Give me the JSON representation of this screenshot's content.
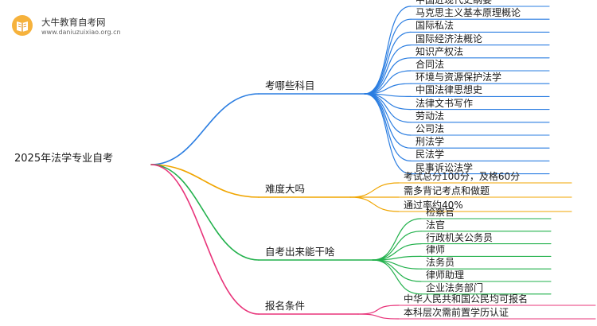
{
  "logo": {
    "name": "大牛教育自考网",
    "site": "www.daniuzuixiao.org.cn"
  },
  "root": "2025年法学专业自考",
  "colors": {
    "blue": "#2a7de1",
    "orange": "#f0a500",
    "green": "#22b14c",
    "pink": "#e8347a"
  },
  "branches": [
    {
      "label": "考哪些科目",
      "color": "blue",
      "leaves": [
        "中国近现代史纲要",
        "马克思主义基本原理概论",
        "国际私法",
        "国际经济法概论",
        "知识产权法",
        "合同法",
        "环境与资源保护法学",
        "中国法律思想史",
        "法律文书写作",
        "劳动法",
        "公司法",
        "刑法学",
        "民法学",
        "民事诉讼法学"
      ]
    },
    {
      "label": "难度大吗",
      "color": "orange",
      "leaves": [
        "考试总分100分，及格60分",
        "需多背记考点和做题",
        "通过率约40%"
      ]
    },
    {
      "label": "自考出来能干啥",
      "color": "green",
      "leaves": [
        "检察官",
        "法官",
        "行政机关公务员",
        "律师",
        "法务员",
        "律师助理",
        "企业法务部门"
      ]
    },
    {
      "label": "报名条件",
      "color": "pink",
      "leaves": [
        "中华人民共和国公民均可报名",
        "本科层次需前置学历认证"
      ]
    }
  ]
}
